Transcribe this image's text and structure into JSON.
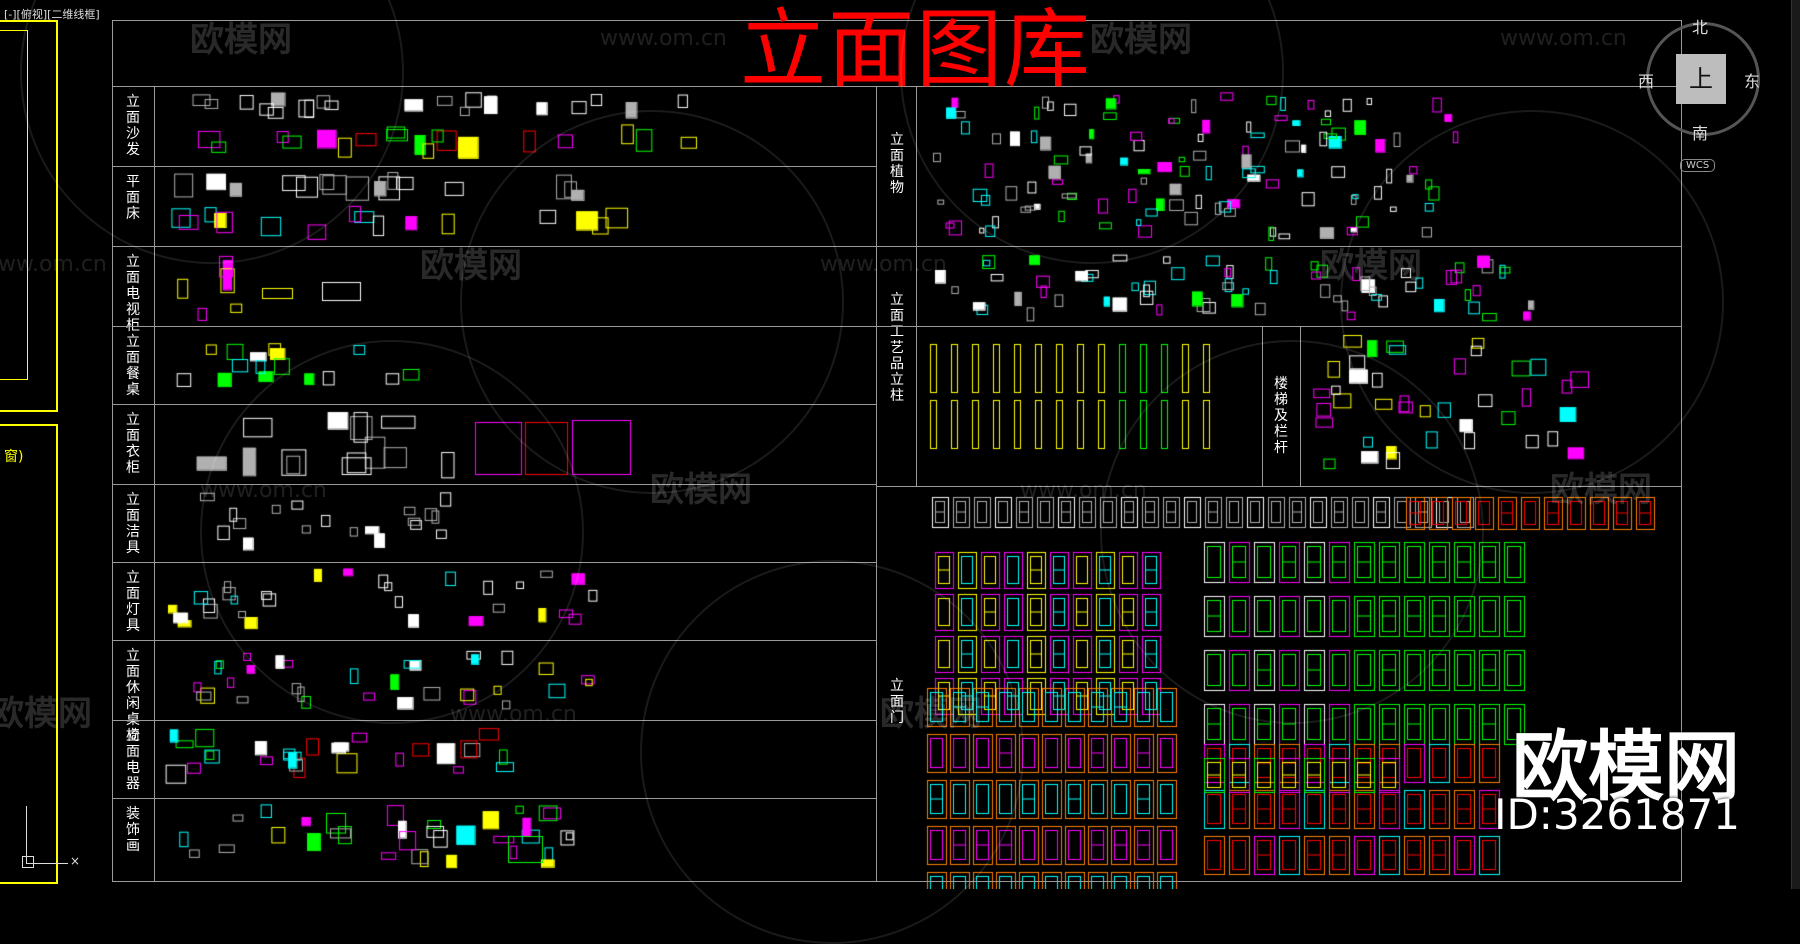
{
  "viewport": {
    "label": "[-][俯视][二维线框]"
  },
  "drawing": {
    "title": "立面图库",
    "left_rows": [
      {
        "key": "sofa",
        "label": "立面沙发"
      },
      {
        "key": "bed",
        "label": "平面床"
      },
      {
        "key": "tv",
        "label": "立面电视柜"
      },
      {
        "key": "dining",
        "label": "立面餐桌"
      },
      {
        "key": "wardrobe",
        "label": "立面衣柜"
      },
      {
        "key": "sanitary",
        "label": "立面洁具"
      },
      {
        "key": "lamps",
        "label": "立面灯具"
      },
      {
        "key": "leisure",
        "label": "立面休闲桌椅"
      },
      {
        "key": "appliance",
        "label": "立面电器"
      },
      {
        "key": "decor",
        "label": "装饰画"
      }
    ],
    "right_rows": [
      {
        "key": "plants",
        "label": "立面植物"
      },
      {
        "key": "crafts",
        "label": "立面工艺品"
      },
      {
        "key": "columns",
        "label": "立柱"
      },
      {
        "key": "stairs",
        "label": "楼梯及栏杆"
      },
      {
        "key": "doors",
        "label": "立面门"
      }
    ],
    "side_label": "窗)"
  },
  "watermarks": {
    "url": "www.om.cn",
    "brand": "欧模网"
  },
  "compass": {
    "north": "北",
    "south": "南",
    "east": "东",
    "west": "西",
    "top": "上",
    "wcs": "WCS"
  },
  "badge": {
    "brand": "欧模网",
    "id": "ID:3261871"
  },
  "colors": {
    "title": "#ff0000",
    "frame": "#9a9a9a",
    "yellow": "#ffff00",
    "green": "#00ff00",
    "magenta": "#ff00ff",
    "cyan": "#00ffff",
    "red": "#ff0000",
    "orange": "#ff8000",
    "white": "#ffffff",
    "grey": "#b0b0b0",
    "blue": "#0000ff"
  }
}
